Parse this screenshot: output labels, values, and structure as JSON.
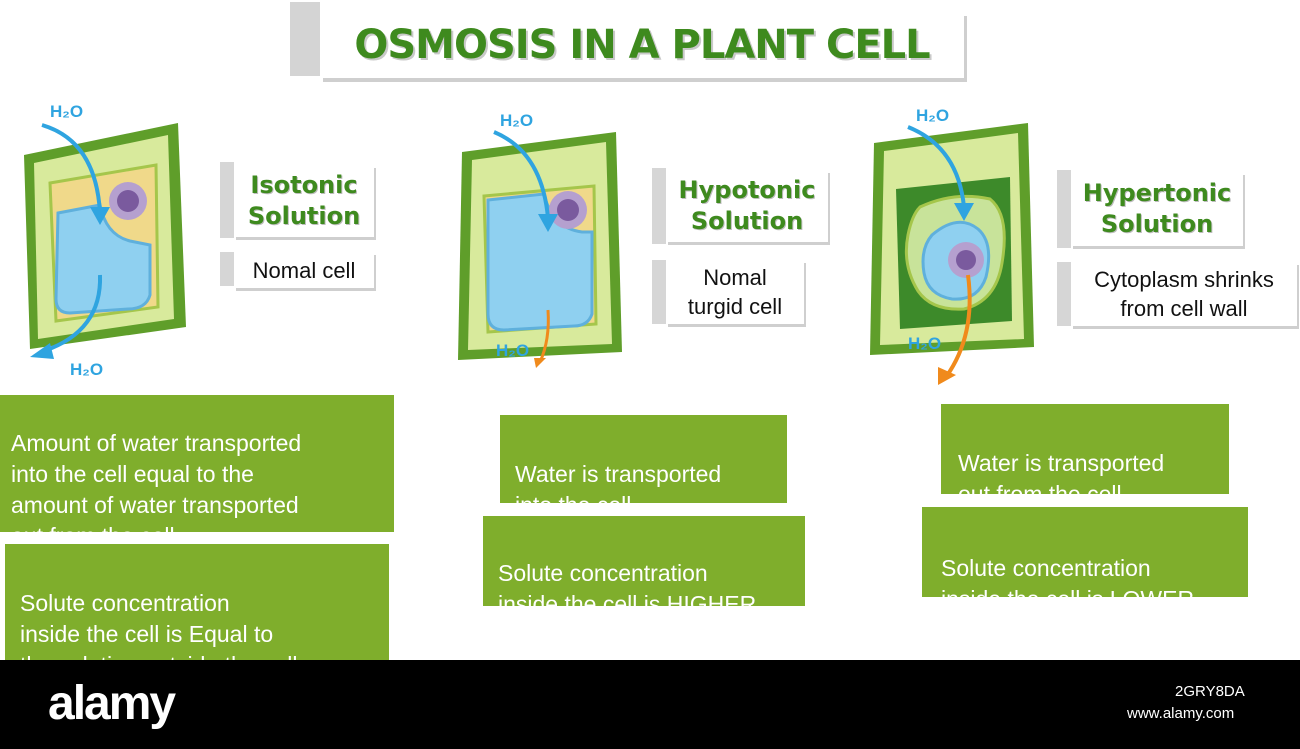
{
  "title": "OSMOSIS IN A PLANT CELL",
  "water_label": "H₂O",
  "panels": [
    {
      "solution": "Isotonic\nSolution",
      "cell_description": "Nomal cell",
      "info_1": "Amount of water transported\ninto the cell equal to the\namount of water transported\nout from the cell",
      "info_2": "Solute concentration\ninside the cell is Equal to\nthe solution outside the cell"
    },
    {
      "solution": "Hypotonic\nSolution",
      "cell_description": "Nomal\nturgid cell",
      "info_1": "Water is transported\ninto the cell",
      "info_2": "Solute concentration\ninside the cell is HIGHER"
    },
    {
      "solution": "Hypertonic\nSolution",
      "cell_description": "Cytoplasm shrinks\nfrom cell wall",
      "info_1": "Water is transported\nout from the cell",
      "info_2": "Solute concentration\ninside the cell is LOWER"
    }
  ],
  "watermark": {
    "logo": "alamy",
    "image_id": "2GRY8DA",
    "url": "www.alamy.com"
  },
  "colors": {
    "title_green": "#3e8a1e",
    "box_green": "#7fae2c",
    "cell_wall_green": "#5f9e2a",
    "vacuole_blue": "#8fd0f0",
    "water_arrow_blue": "#2fa4e0",
    "orange_arrow": "#f08a1c",
    "nucleus_purple": "#7a5a9e"
  }
}
